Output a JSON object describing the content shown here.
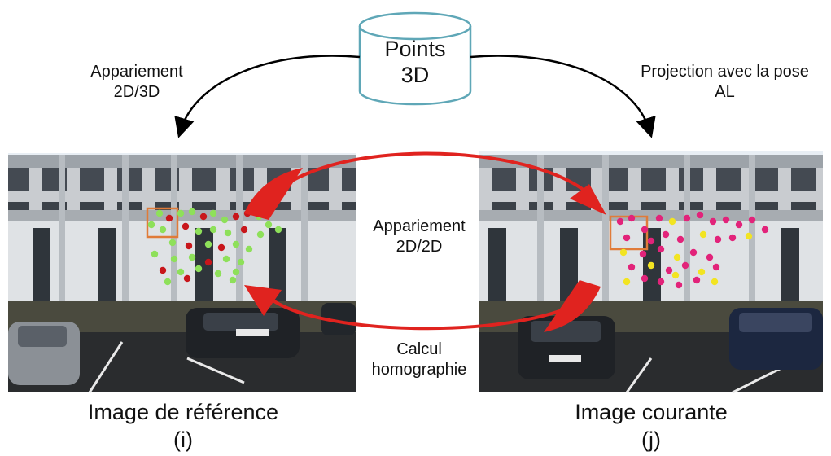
{
  "database": {
    "line1": "Points",
    "line2": "3D"
  },
  "labels": {
    "left_top_1": "Appariement",
    "left_top_2": "2D/3D",
    "right_top_1": "Projection avec la pose",
    "right_top_2": "AL",
    "middle_1": "Appariement",
    "middle_2": "2D/2D",
    "bottom_1": "Calcul",
    "bottom_2": "homographie"
  },
  "captions": {
    "left_title": "Image de référence",
    "left_tag": "(i)",
    "right_title": "Image courante",
    "right_tag": "(j)"
  },
  "colors": {
    "arrow_red": "#e0231f",
    "arrow_black": "#000000",
    "cylinder_stroke": "#5fa7b7",
    "feature_box": "#e07b39",
    "green_point": "#8ee05a",
    "red_point": "#c8161b",
    "magenta_point": "#e2237a",
    "yellow_point": "#f2e422"
  }
}
